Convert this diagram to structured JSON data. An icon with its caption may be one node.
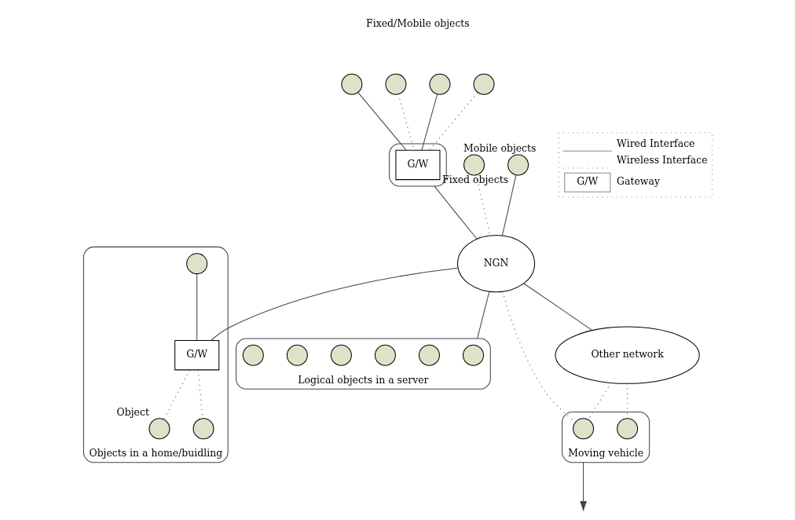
{
  "diagram": {
    "nodes": [
      {
        "text": [
          "NGN"
        ]
      },
      {
        "text": [],
        "shape": "cloud"
      },
      {
        "text": [
          "G/W"
        ],
        "in": 1
      },
      {
        "text": [],
        "shape": "circle"
      },
      {
        "text": [],
        "shape": "circle"
      },
      {
        "text": [],
        "shape": "circle"
      },
      {
        "text": [],
        "shape": "circle"
      },
      {
        "text": [],
        "shape": "circle",
        "beside": [
          "Mobile objects"
        ]
      },
      {
        "text": [],
        "shape": "circle",
        "beside": [
          "Fixed objects"
        ]
      },
      {
        "text": [],
        "shape": "ellipse",
        "beside": [
          "Logical objects in a server"
        ]
      },
      {
        "text": [],
        "shape": "circle",
        "in": 9
      },
      {
        "text": [],
        "shape": "circle",
        "in": 9
      },
      {
        "text": [],
        "shape": "circle",
        "in": 9
      },
      {
        "text": [],
        "shape": "circle",
        "in": 9
      },
      {
        "text": [],
        "shape": "circle",
        "in": 9
      },
      {
        "text": [],
        "shape": "circle",
        "in": 9
      },
      {
        "text": [],
        "shape": "ellipse",
        "beside": [
          "Objects in a home/buidling"
        ]
      },
      {
        "text": [],
        "shape": "circle",
        "in": 16
      },
      {
        "text": [
          "G/W"
        ],
        "in": 16
      },
      {
        "text": [],
        "shape": "circle",
        "in": 16,
        "beside": [
          "Object"
        ]
      },
      {
        "text": [],
        "shape": "circle",
        "in": 16
      },
      {
        "text": [
          "Other network"
        ]
      },
      {
        "text": [],
        "shape": "ellipse",
        "beside": [
          "Moving vehicle"
        ]
      },
      {
        "text": [],
        "shape": "circle",
        "in": 22
      },
      {
        "text": [],
        "shape": "circle",
        "in": 22
      }
    ],
    "edges": [
      {
        "from": 3,
        "to": 2,
        "arrow": "none"
      },
      {
        "from": 4,
        "to": 2,
        "arrow": "none",
        "style": "dashed"
      },
      {
        "from": 5,
        "to": 2,
        "arrow": "none"
      },
      {
        "from": 6,
        "to": 2,
        "arrow": "none",
        "style": "dashed"
      },
      {
        "from": 1,
        "to": 0,
        "arrow": "none"
      },
      {
        "from": 7,
        "to": 0,
        "arrow": "none",
        "style": "dashed"
      },
      {
        "from": 8,
        "to": 0,
        "arrow": "none"
      },
      {
        "from": 0,
        "to": 9,
        "arrow": "none"
      },
      {
        "from": 0,
        "to": 18,
        "arrow": "none"
      },
      {
        "from": 17,
        "to": 18,
        "arrow": "none"
      },
      {
        "from": 18,
        "to": 19,
        "arrow": "none",
        "style": "dashed"
      },
      {
        "from": 18,
        "to": 20,
        "arrow": "none",
        "style": "dashed"
      },
      {
        "from": 0,
        "to": 21,
        "arrow": "none"
      },
      {
        "from": 0,
        "to": 23,
        "arrow": "none",
        "style": "dashed"
      },
      {
        "from": 21,
        "to": 23,
        "arrow": "none",
        "style": "dashed"
      },
      {
        "from": 21,
        "to": 24,
        "arrow": "none",
        "style": "dashed"
      },
      {
        "from": 22,
        "to": null,
        "arrow": "to"
      }
    ],
    "labels": [
      "Fixed/Mobile objects",
      "G/W"
    ],
    "legend": [
      {
        "text": "Wired Interface"
      },
      {
        "text": "Wireless Interface"
      },
      {
        "text": "Gateway"
      }
    ]
  }
}
